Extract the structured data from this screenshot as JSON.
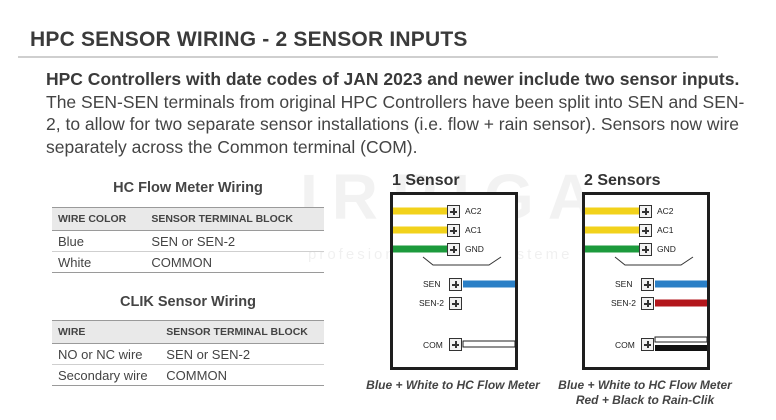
{
  "header": {
    "title": "HPC SENSOR WIRING - 2 SENSOR INPUTS"
  },
  "intro": {
    "lead": "HPC Controllers with date codes of JAN 2023 and newer include two sensor inputs.",
    "body": "The SEN-SEN terminals from original HPC Controllers have been split into SEN and SEN-2, to allow for two separate sensor installations (i.e. flow + rain sensor). Sensors now wire separately across the Common terminal (COM)."
  },
  "flow_table": {
    "title": "HC Flow Meter Wiring",
    "col1": "WIRE COLOR",
    "col2": "SENSOR TERMINAL BLOCK",
    "rows": [
      {
        "wire": "Blue",
        "terminal": "SEN or SEN-2"
      },
      {
        "wire": "White",
        "terminal": "COMMON"
      }
    ]
  },
  "clik_table": {
    "title": "CLIK Sensor Wiring",
    "col1": "WIRE",
    "col2": "SENSOR TERMINAL BLOCK",
    "rows": [
      {
        "wire": "NO or NC wire",
        "terminal": "SEN or SEN-2"
      },
      {
        "wire": "Secondary wire",
        "terminal": "COMMON"
      }
    ]
  },
  "watermark": {
    "brand": "IRRIGA",
    "tagline": "profesionalne vrtne sisteme"
  },
  "diagram1": {
    "title": "1 Sensor",
    "caption": "Blue + White to HC Flow Meter",
    "terminals": {
      "ac2": "AC2",
      "ac1": "AC1",
      "gnd": "GND",
      "sen": "SEN",
      "sen2": "SEN-2",
      "com": "COM"
    }
  },
  "diagram2": {
    "title": "2 Sensors",
    "caption_line1": "Blue + White to HC Flow Meter",
    "caption_line2": "Red + Black to Rain-Clik",
    "terminals": {
      "ac2": "AC2",
      "ac1": "AC1",
      "gnd": "GND",
      "sen": "SEN",
      "sen2": "SEN-2",
      "com": "COM"
    }
  },
  "colors": {
    "yellow": "#f2d21b",
    "green": "#1c9a3c",
    "blue": "#2a7fc6",
    "red": "#b3161b",
    "black": "#111111"
  }
}
